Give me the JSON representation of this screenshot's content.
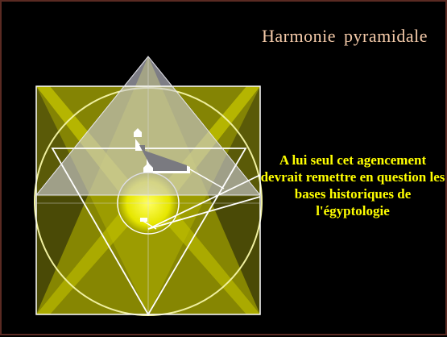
{
  "slide": {
    "title": "Harmonie  pyramidale",
    "caption": "A lui seul cet agencement devrait remettre en question les bases historiques de l'égyptologie"
  },
  "diagram": {
    "elements": [
      "square",
      "circumscribed-circle",
      "inner-circle",
      "star-of-david",
      "pyramid-triangle",
      "inverted-triangle",
      "white-figure-markers"
    ]
  },
  "colors": {
    "background": "#000000",
    "title": "#f3c9a8",
    "caption": "#ffff00",
    "square_fill": "#5a5a08",
    "star_fill": "#b8b800",
    "pyramid_fill": "#c9c9d6",
    "lines": "#ffffff"
  }
}
